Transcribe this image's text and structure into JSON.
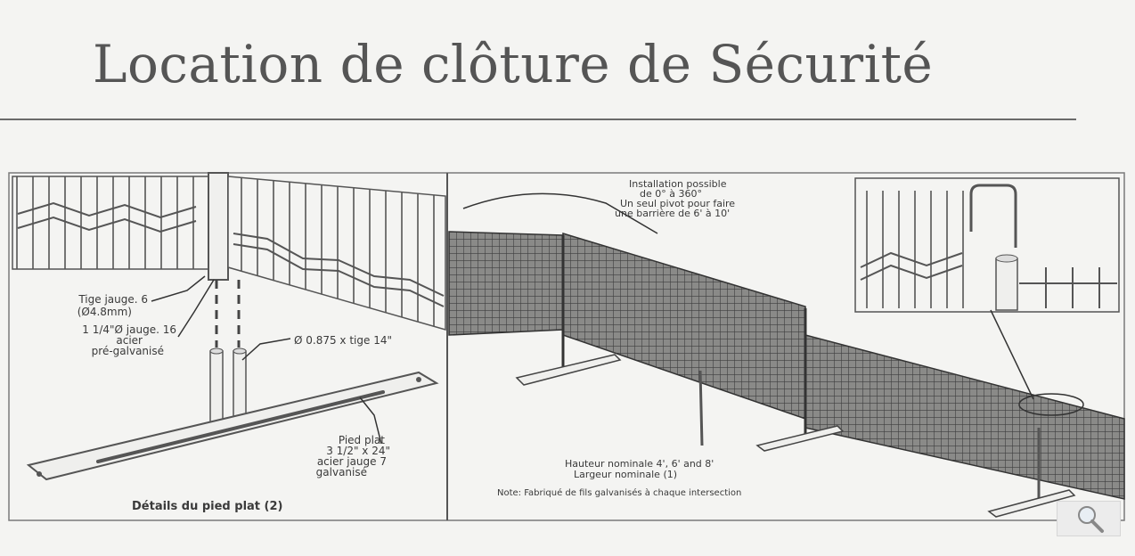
{
  "title": "Location de clôture de Sécurité",
  "left_panel": {
    "rod_label_1": "Tige jauge. 6",
    "rod_label_2": "(Ø4.8mm)",
    "tube_label_1": "1 1/4\"Ø jauge. 16",
    "tube_label_2": "acier",
    "tube_label_3": "pré-galvanisé",
    "pin_label": "Ø 0.875 x tige 14\"",
    "foot_label_1": "Pied plat",
    "foot_label_2": "3 1/2\" x 24\"",
    "foot_label_3": "acier jauge 7",
    "foot_label_4": "galvanisé",
    "caption": "Détails du pied plat (2)"
  },
  "right_panel": {
    "pivot_label_1": "Installation possible",
    "pivot_label_2": "de 0° à 360°",
    "pivot_label_3": "Un seul pivot pour faire",
    "pivot_label_4": "une barrière de 6' à 10'",
    "height_label_1": "Hauteur nominale 4', 6' and 8'",
    "height_label_2": "Largeur nominale (1)",
    "note": "Note: Fabriqué de fils galvanisés à chaque intersection"
  },
  "zoom_icon": "magnifier-icon"
}
